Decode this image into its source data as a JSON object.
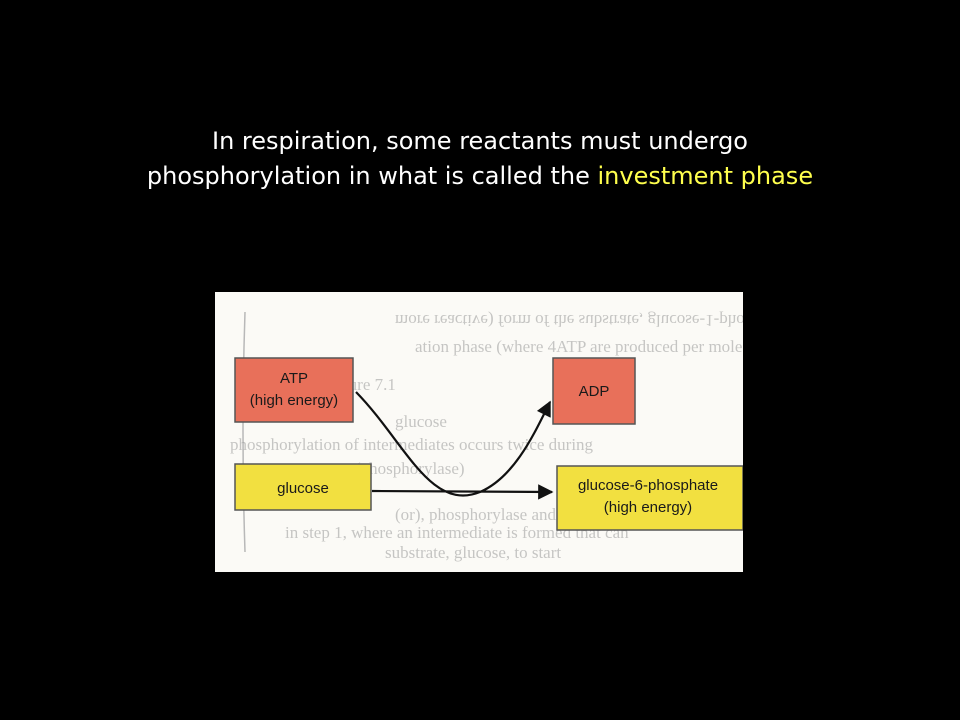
{
  "title": {
    "line1": "In respiration, some reactants must undergo",
    "line2_prefix": "phosphorylation in what is called the ",
    "line2_highlight": "investment phase"
  },
  "diagram": {
    "boxes": {
      "atp": {
        "line1": "ATP",
        "line2": "(high energy)"
      },
      "adp": {
        "line1": "ADP"
      },
      "glucose": {
        "line1": "glucose"
      },
      "g6p": {
        "line1": "glucose-6-phosphate",
        "line2": "(high energy)"
      }
    },
    "colors": {
      "atp_fill": "#e8705a",
      "adp_fill": "#e8705a",
      "glucose_fill": "#f2e040",
      "g6p_fill": "#f2e040",
      "highlight_text": "#ffff4d"
    }
  }
}
